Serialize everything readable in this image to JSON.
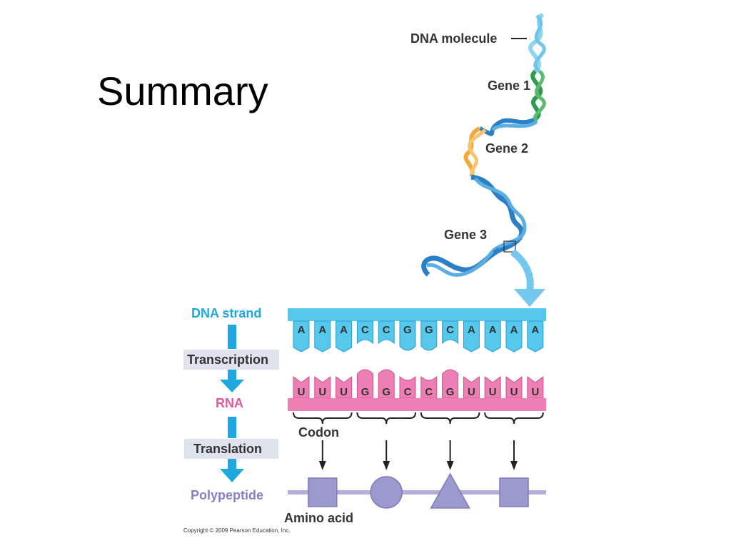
{
  "slide": {
    "title": "Summary"
  },
  "helix": {
    "molecule_label": "DNA molecule",
    "genes": [
      "Gene 1",
      "Gene  2",
      "Gene  3"
    ]
  },
  "flow": {
    "dna_strand": "DNA strand",
    "transcription": "Transcription",
    "rna": "RNA",
    "translation": "Translation",
    "polypeptide": "Polypeptide"
  },
  "dna_bases": [
    "A",
    "A",
    "A",
    "C",
    "C",
    "G",
    "G",
    "C",
    "A",
    "A",
    "A",
    "A"
  ],
  "rna_bases": [
    "U",
    "U",
    "U",
    "G",
    "G",
    "C",
    "C",
    "G",
    "U",
    "U",
    "U",
    "U"
  ],
  "codon_label": "Codon",
  "amino_acid_label": "Amino acid",
  "amino_acid_shapes": [
    "square-icon",
    "circle-icon",
    "triangle-icon",
    "square-icon"
  ],
  "copyright": "Copyright © 2009 Pearson Education, Inc.",
  "colors": {
    "dna": "#55c8ec",
    "dna_dark": "#1b9fd6",
    "rna": "#ee7fb4",
    "rna_label": "#e0589a",
    "polypeptide": "#9c99cf",
    "polypeptide_label": "#8582c4",
    "gene1": "#2e9b4f",
    "gene2": "#f2a93b",
    "helix": "#2a7fc7",
    "label_box": "#dfe3ee"
  }
}
